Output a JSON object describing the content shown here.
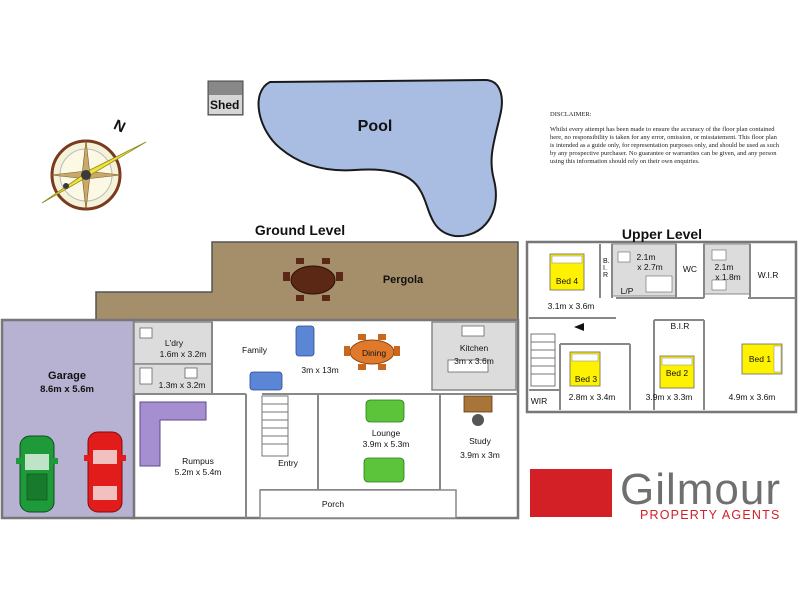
{
  "levels": {
    "ground": "Ground Level",
    "upper": "Upper Level"
  },
  "outdoor": {
    "shed": "Shed",
    "pool": "Pool",
    "pergola": "Pergola",
    "compass_letter": "N"
  },
  "ground_rooms": {
    "garage": {
      "name": "Garage",
      "size": "8.6m x 5.6m"
    },
    "laundry": {
      "name": "L'dry",
      "size": "1.6m x 3.2m"
    },
    "bath": {
      "size": "1.3m x 3.2m"
    },
    "family": {
      "name": "Family"
    },
    "family_size": "3m x 13m",
    "dining": {
      "name": "Dining"
    },
    "kitchen": {
      "name": "Kitchen",
      "size": "3m x 3.6m"
    },
    "rumpus": {
      "name": "Rumpus",
      "size": "5.2m x 5.4m"
    },
    "entry": {
      "name": "Entry"
    },
    "lounge": {
      "name": "Lounge",
      "size": "3.9m x 5.3m"
    },
    "study": {
      "name": "Study",
      "size": "3.9m x 3m"
    },
    "porch": {
      "name": "Porch"
    }
  },
  "upper_rooms": {
    "bed4": {
      "name": "Bed 4",
      "size": "3.1m x 3.6m"
    },
    "bir1": "B.I.R",
    "bath1": {
      "size1": "2.1m",
      "size2": "x 2.7m"
    },
    "wc": "WC",
    "bath2": {
      "size1": "2.1m",
      "size2": "x 1.8m"
    },
    "wir1": "W.I.R",
    "lp": "L/P",
    "bir2": "B.I.R",
    "bed3": {
      "name": "Bed 3",
      "size": "2.8m x 3.4m"
    },
    "bed2": {
      "name": "Bed 2",
      "size": "3.9m x 3.3m"
    },
    "bed1": {
      "name": "Bed 1",
      "size": "4.9m x 3.6m"
    },
    "wir2": "WIR"
  },
  "disclaimer": {
    "title": "DISCLAIMER:",
    "text": "Whilst every attempt has been made to ensure the accuracy of the floor plan contained here, no responsibility is taken for any error, omission, or misstatement. This floor plan is intended as a guide only, for representation purposes only, and should be used as such by any prospective purchaser. No guarantee or warranties can be given, and any person using this information should rely on their own enquiries."
  },
  "brand": {
    "name": "Gilmour",
    "tagline": "PROPERTY AGENTS",
    "color": "#d32027"
  },
  "colors": {
    "pool": "#a9bce2",
    "pergola": "#a58f6a",
    "garage": "#b7b1d2",
    "wet_area": "#dcdcdc",
    "bed_highlight": "#fff200",
    "wall": "#8a8a8a"
  }
}
